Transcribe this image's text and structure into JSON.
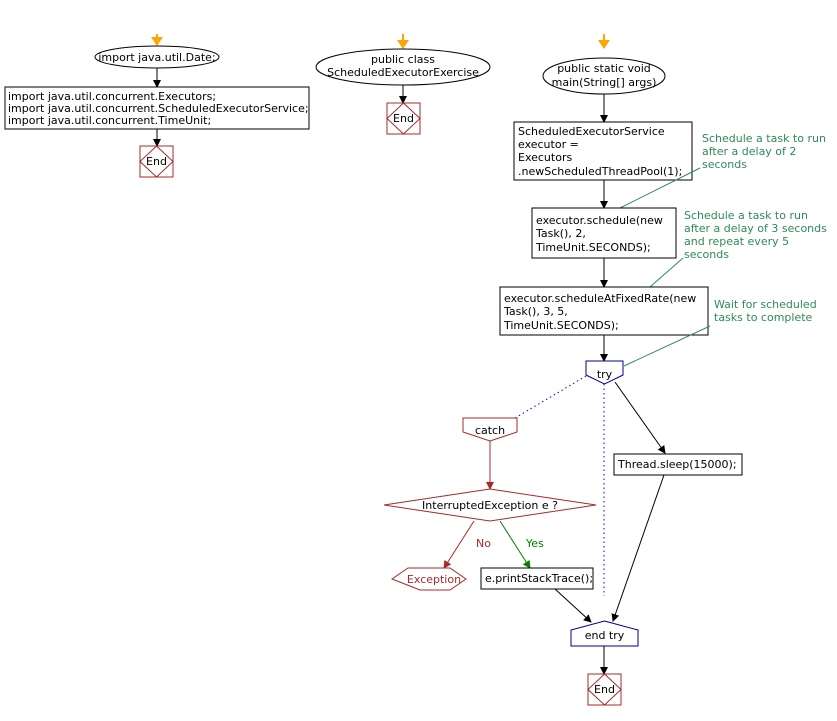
{
  "col1": {
    "start": "import java.util.Date;",
    "imports": [
      "import java.util.concurrent.Executors;",
      "import java.util.concurrent.ScheduledExecutorService;",
      "import java.util.concurrent.TimeUnit;"
    ],
    "end": "End"
  },
  "col2": {
    "start": [
      "public class",
      "ScheduledExecutorExercise"
    ],
    "end": "End"
  },
  "col3": {
    "start": [
      "public static void",
      "main(String[] args)"
    ],
    "step1": [
      "ScheduledExecutorService",
      "executor =",
      "Executors",
      ".newScheduledThreadPool(1);"
    ],
    "step2": [
      "executor.schedule(new",
      "Task(), 2,",
      "TimeUnit.SECONDS);"
    ],
    "step3": [
      "executor.scheduleAtFixedRate(new",
      "Task(), 3, 5,",
      "TimeUnit.SECONDS);"
    ],
    "comment1": [
      "Schedule a task to run",
      "after a delay of 2",
      "seconds"
    ],
    "comment2": [
      "Schedule a task to run",
      "after a delay of 3 seconds",
      "and repeat every 5",
      "seconds"
    ],
    "comment3": [
      "Wait for scheduled",
      "tasks to complete"
    ],
    "try_label": "try",
    "catch_label": "catch",
    "decision": "InterruptedException e ?",
    "no_label": "No",
    "yes_label": "Yes",
    "exception_label": "Exception",
    "print_trace": "e.printStackTrace();",
    "sleep": "Thread.sleep(15000);",
    "end_try": "end try",
    "end": "End"
  },
  "colors": {
    "orange_arrow": "#ffa500",
    "catch_red": "#a52a2a",
    "try_blue": "#00008b",
    "comment_green": "#2e8b57",
    "yes_green": "#008000",
    "dotted_blue": "#0000ff"
  }
}
